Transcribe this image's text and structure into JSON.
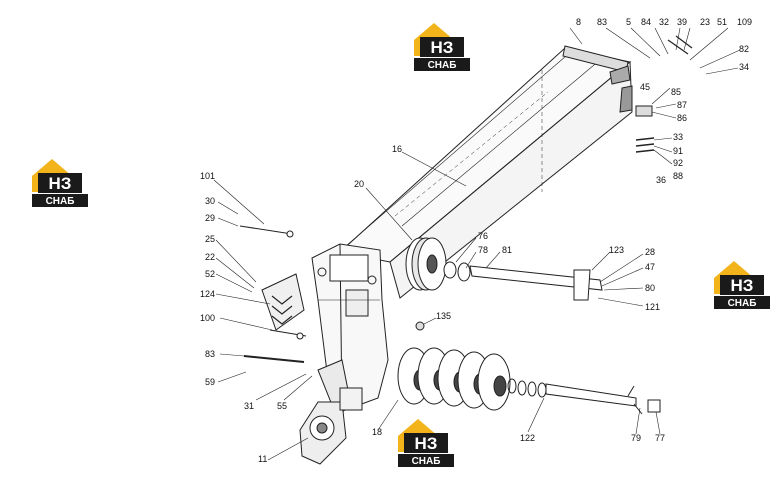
{
  "logo": {
    "mark": "НЗ",
    "text": "СНАБ",
    "accent": "#f2b41a",
    "dark": "#1a1a1a"
  },
  "callouts": {
    "c8": "8",
    "c83a": "83",
    "c5": "5",
    "c84": "84",
    "c32": "32",
    "c39": "39",
    "c23": "23",
    "c51": "51",
    "c109": "109",
    "c82": "82",
    "c34": "34",
    "c45": "45",
    "c85": "85",
    "c87": "87",
    "c86": "86",
    "c33": "33",
    "c91": "91",
    "c92": "92",
    "c36": "36",
    "c88": "88",
    "c16": "16",
    "c20": "20",
    "c101": "101",
    "c30": "30",
    "c29": "29",
    "c25": "25",
    "c22": "22",
    "c52": "52",
    "c124": "124",
    "c100": "100",
    "c83b": "83",
    "c59": "59",
    "c31": "31",
    "c55": "55",
    "c11": "11",
    "c18": "18",
    "c76": "76",
    "c78": "78",
    "c81": "81",
    "c123": "123",
    "c28": "28",
    "c47": "47",
    "c80": "80",
    "c121": "121",
    "c135": "135",
    "c122": "122",
    "c79": "79",
    "c77": "77"
  }
}
